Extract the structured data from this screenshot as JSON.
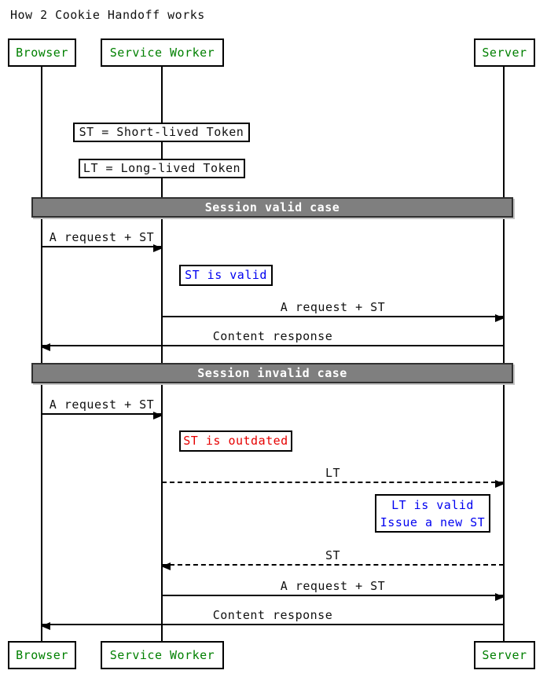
{
  "title": "How 2 Cookie Handoff works",
  "diagram_type": "sequence-diagram",
  "colors": {
    "background": "#ffffff",
    "actor_text": "#008000",
    "note_info_text": "#0000f0",
    "note_error_text": "#e60000",
    "note_definition_text": "#111111",
    "divider_bg": "#7f7f7f",
    "divider_text": "#ffffff",
    "line": "#000000"
  },
  "actors": [
    {
      "label": "Browser"
    },
    {
      "label": "Service Worker"
    },
    {
      "label": "Server"
    }
  ],
  "dividers": [
    {
      "label": "Session valid case"
    },
    {
      "label": "Session invalid case"
    }
  ],
  "notes": [
    {
      "text": "ST = Short-lived Token",
      "color": "black",
      "over": "Service Worker"
    },
    {
      "text": "LT = Long-lived Token",
      "color": "black",
      "over": "Service Worker"
    },
    {
      "text": "ST is valid",
      "color": "blue",
      "over": "Service Worker"
    },
    {
      "text": "ST is outdated",
      "color": "red",
      "over": "Service Worker"
    },
    {
      "lines": [
        "LT is valid",
        "Issue a new ST"
      ],
      "color": "blue",
      "over": "Server"
    }
  ],
  "messages": [
    {
      "label": "A request + ST",
      "from": "Browser",
      "to": "Service Worker",
      "line": "solid",
      "section": "Session valid case"
    },
    {
      "label": "A request + ST",
      "from": "Service Worker",
      "to": "Server",
      "line": "solid",
      "section": "Session valid case"
    },
    {
      "label": "Content response",
      "from": "Server",
      "to": "Browser",
      "line": "solid",
      "section": "Session valid case"
    },
    {
      "label": "A request + ST",
      "from": "Browser",
      "to": "Service Worker",
      "line": "solid",
      "section": "Session invalid case"
    },
    {
      "label": "LT",
      "from": "Service Worker",
      "to": "Server",
      "line": "dashed",
      "section": "Session invalid case"
    },
    {
      "label": "ST",
      "from": "Server",
      "to": "Service Worker",
      "line": "dashed",
      "section": "Session invalid case"
    },
    {
      "label": "A request + ST",
      "from": "Service Worker",
      "to": "Server",
      "line": "solid",
      "section": "Session invalid case"
    },
    {
      "label": "Content response",
      "from": "Server",
      "to": "Browser",
      "line": "solid",
      "section": "Session invalid case"
    }
  ]
}
